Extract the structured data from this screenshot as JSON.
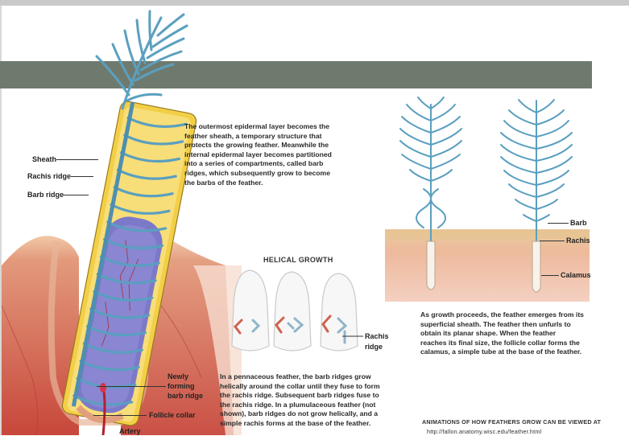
{
  "left_figure": {
    "labels": {
      "sheath": "Sheath",
      "rachis_ridge": "Rachis ridge",
      "barb_ridge": "Barb ridge",
      "newly_forming": [
        "Newly",
        "forming",
        "barb ridge"
      ],
      "follicle_collar": "Follicle collar",
      "artery": "Artery"
    }
  },
  "intro_paragraph": [
    "The outermost epidermal layer becomes the",
    "feather sheath, a temporary structure that",
    "protects the growing feather. Meanwhile the",
    "internal epidermal layer becomes partitioned",
    "into a series of compartments, called barb",
    "ridges, which subsequently grow to become",
    "the barbs of the feather."
  ],
  "helical": {
    "heading": "HELICAL GROWTH",
    "label_line1": "Rachis",
    "label_line2": "ridge"
  },
  "pennaceous_paragraph": [
    "In a pennaceous feather, the barb ridges grow",
    "helically around the collar until they fuse to form",
    "the rachis ridge. Subsequent barb ridges fuse to",
    "the rachis ridge. In a plumulaceous feather (not",
    "shown), barb ridges do not grow helically, and a",
    "simple rachis forms at the base of the feather."
  ],
  "right_figure": {
    "labels": {
      "barb": "Barb",
      "rachis": "Rachis",
      "calamus": "Calamus"
    }
  },
  "growth_paragraph": [
    "As growth proceeds, the feather emerges from its",
    "superficial sheath. The feather then unfurls to",
    "obtain its planar shape. When the feather",
    "reaches its final size, the follicle collar forms the",
    "calamus, a simple tube at the base of the feather."
  ],
  "footer": {
    "line1": "ANIMATIONS OF HOW FEATHERS GROW CAN BE VIEWED AT",
    "line2": "http://fallon.anatomy.wisc.edu/feather.html"
  },
  "colors": {
    "band": "#6f7a6f",
    "sheath": "#e8c23a",
    "pulp": "#7b76c8",
    "barb": "#5aa0c0",
    "skin": "#d9604f"
  }
}
